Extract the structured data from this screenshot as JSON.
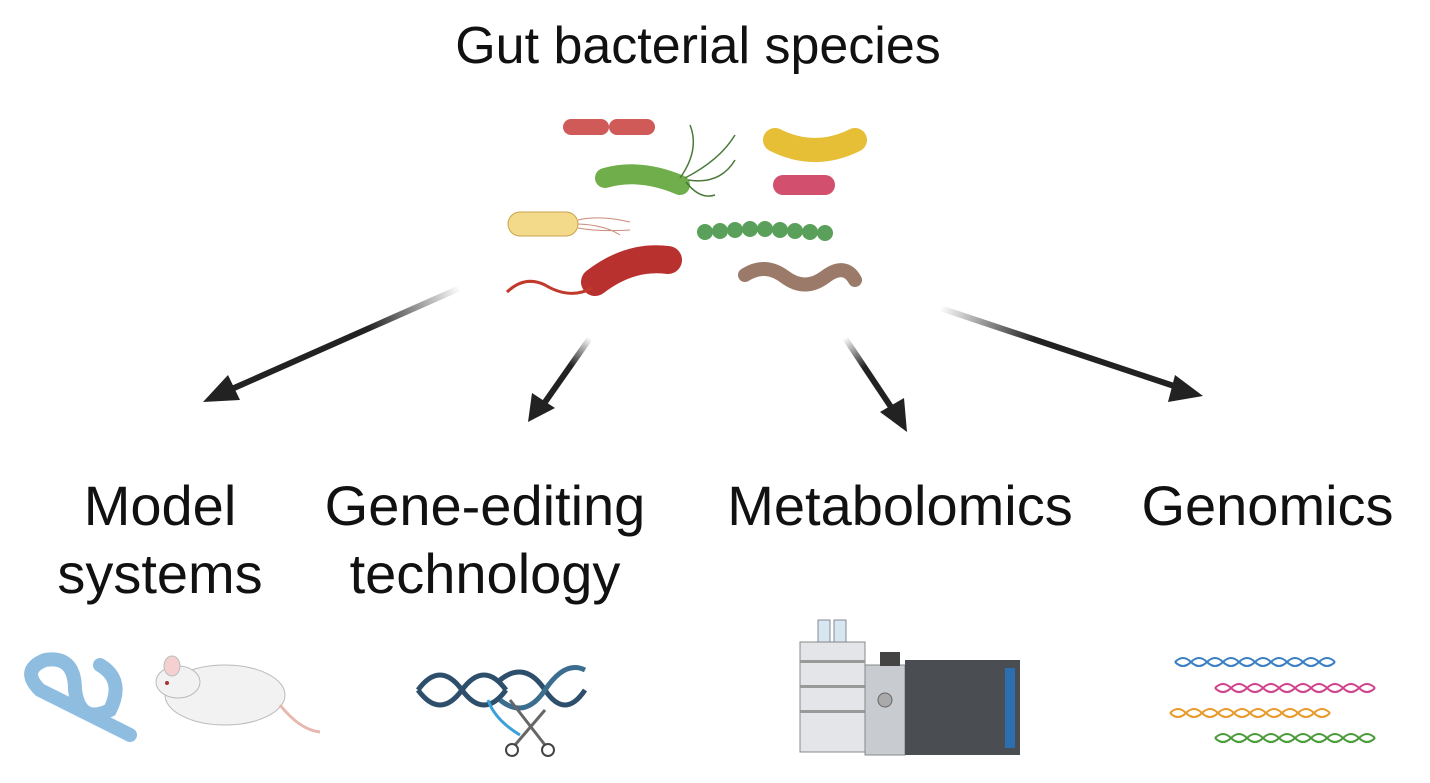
{
  "title": "Gut bacterial species",
  "branches": [
    {
      "line1": "Model",
      "line2": "systems",
      "icons": [
        "worm-icon",
        "mouse-icon"
      ]
    },
    {
      "line1": "Gene-editing",
      "line2": "technology",
      "icons": [
        "dna-scissors-icon"
      ]
    },
    {
      "line1": "Metabolomics",
      "icons": [
        "mass-spectrometer-icon"
      ]
    },
    {
      "line1": "Genomics",
      "icons": [
        "dna-sequences-icon"
      ]
    }
  ],
  "colors": {
    "arrow": "#222222",
    "dna_blue": "#3a7fc4",
    "dna_pink": "#d0438a",
    "dna_orange": "#e89a2a",
    "dna_green": "#4a9b3a"
  }
}
